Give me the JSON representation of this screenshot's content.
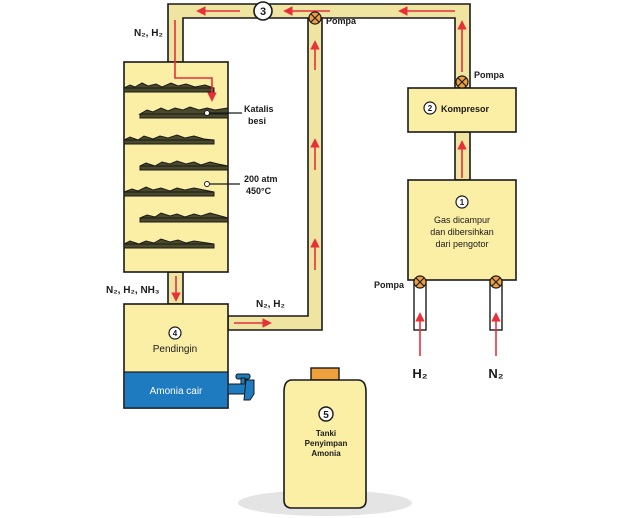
{
  "labels": {
    "n2_h2_top": "N₂, H₂",
    "pompa_top": "Pompa",
    "pompa_right": "Pompa",
    "pompa_left": "Pompa",
    "katalis_line1": "Katalis",
    "katalis_line2": "besi",
    "condition_pressure": "200 atm",
    "condition_temp": "450°C",
    "kompresor": "Kompresor",
    "mix_line1": "Gas dicampur",
    "mix_line2": "dan dibersihkan",
    "mix_line3": "dari pengotor",
    "n2_h2_nh3": "N₂, H₂, NH₃",
    "n2_h2_bottom": "N₂, H₂",
    "pendingin": "Pendingin",
    "amonia_cair": "Amonia cair",
    "tank_line1": "Tanki",
    "tank_line2": "Penyimpan",
    "tank_line3": "Amonia",
    "h2_input": "H₂",
    "n2_input": "N₂"
  },
  "steps": {
    "step1": "1",
    "step2": "2",
    "step3": "3",
    "step4": "4",
    "step5": "5"
  },
  "colors": {
    "pipe_fill": "#f0e5a0",
    "box_fill": "#fbeea5",
    "outline": "#1a1a1a",
    "arrow": "#e8303a",
    "water": "#1f7bc0",
    "tank_cap": "#f0a03a",
    "catalyst": "#4a4a2a",
    "shadow": "#e4e4e4"
  }
}
